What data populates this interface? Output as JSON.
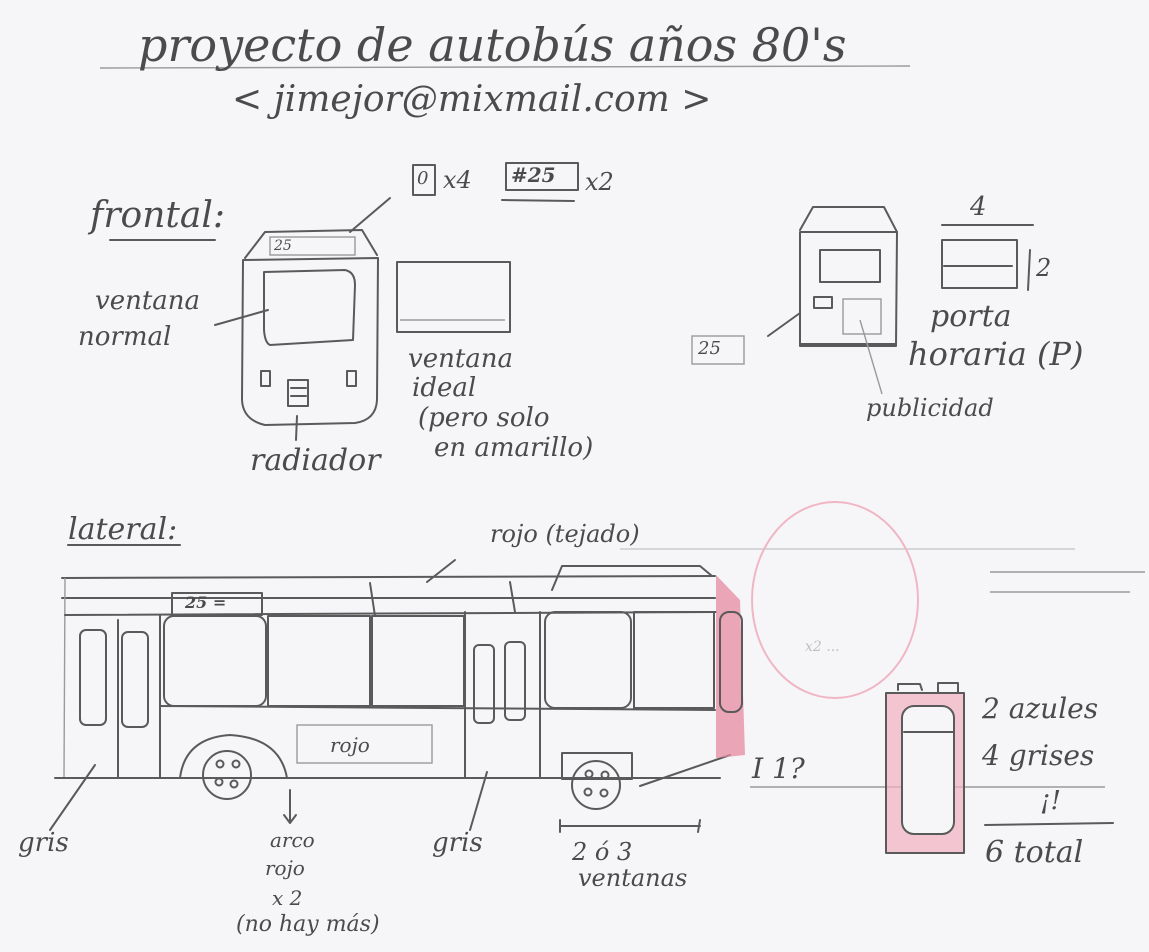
{
  "title": "proyecto de autobús años 80's",
  "email": "< jimejor@mixmail.com >",
  "frontal": {
    "heading": "frontal:",
    "sticker_zero": "0",
    "sticker_zero_qty": "x4",
    "sticker_route": "#25",
    "sticker_route_qty": "x2",
    "route_display": "25",
    "label_window_normal_1": "ventana",
    "label_window_normal_2": "normal",
    "label_radiator": "radiador",
    "label_window_ideal_1": "ventana",
    "label_window_ideal_2": "ideal",
    "label_window_ideal_3": "(pero solo",
    "label_window_ideal_4": "en amarillo)"
  },
  "rear": {
    "route_tag": "25",
    "label_ad": "publicidad",
    "timetable_width": "4",
    "timetable_height": "2",
    "label_timetable_1": "porta",
    "label_timetable_2": "horaria (P)"
  },
  "lateral": {
    "heading": "lateral:",
    "roof_label": "rojo (tejado)",
    "route_display": "25 =",
    "ad_panel_label": "rojo",
    "label_gris_left": "gris",
    "label_arch_1": "arco",
    "label_arch_2": "rojo",
    "label_arch_3": "x 2",
    "label_arch_4": "(no hay más)",
    "label_gris_mid": "gris",
    "label_windows_1": "2 ó 3",
    "label_windows_2": "ventanas",
    "label_count": "I 1?",
    "circle_note": "x2 ...",
    "door_summary_1": "2 azules",
    "door_summary_2": "4 grises",
    "door_summary_3": "¡!",
    "door_summary_4": "6 total"
  },
  "colors": {
    "paper": "#f6f6f8",
    "pencil": "#5a5a5a",
    "red_pencil": "#e07a92"
  }
}
